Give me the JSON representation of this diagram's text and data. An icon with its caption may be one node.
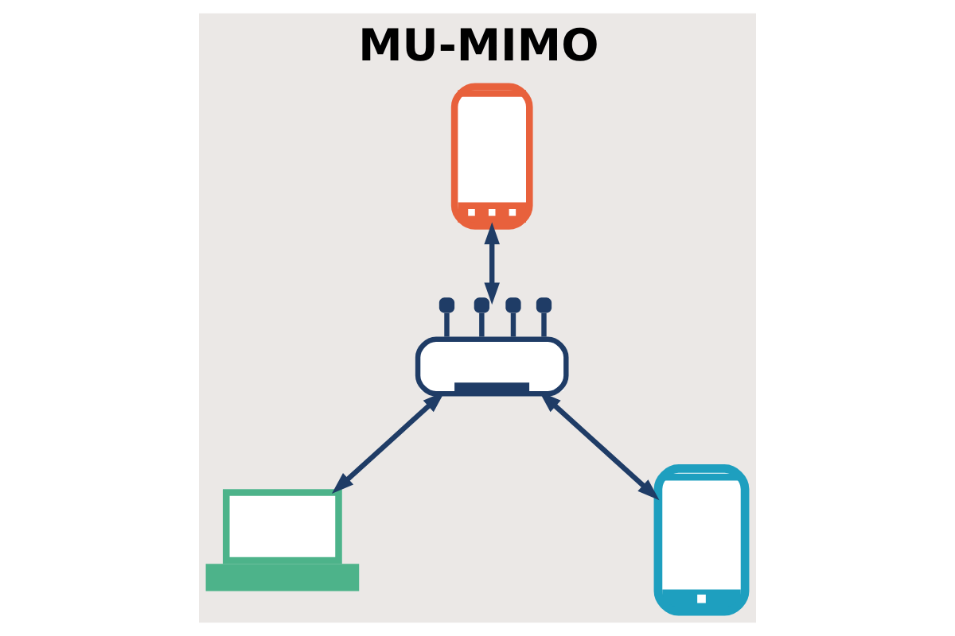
{
  "diagram": {
    "title": "MU-MIMO",
    "nodes": [
      {
        "text": [],
        "shape": "picture"
      },
      {
        "text": [],
        "shape": "picture"
      },
      {
        "text": [],
        "shape": "picture"
      },
      {
        "text": [],
        "shape": "picture"
      }
    ],
    "edges": [
      {
        "from": 0,
        "to": 1,
        "arrow": "both"
      },
      {
        "from": 1,
        "to": 2,
        "arrow": "both"
      },
      {
        "from": 1,
        "to": 3,
        "arrow": "both"
      }
    ]
  }
}
